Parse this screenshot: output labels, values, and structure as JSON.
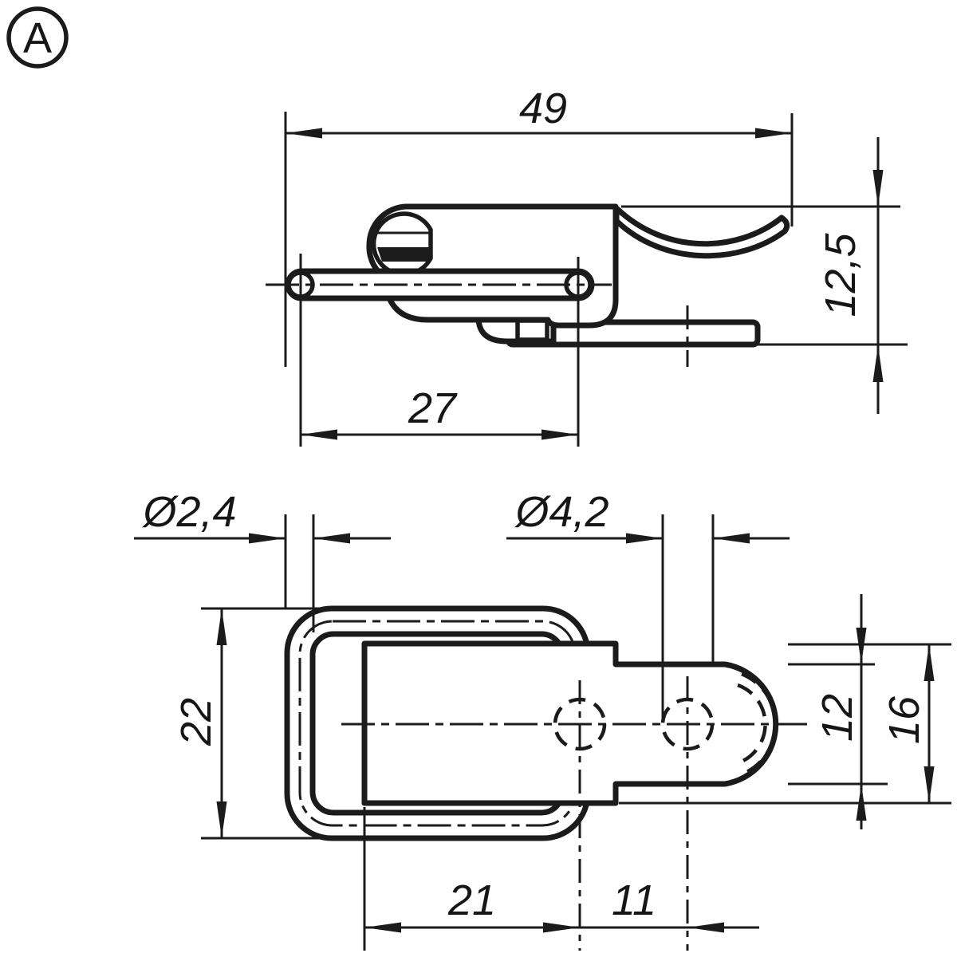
{
  "detail_marker": {
    "label": "A"
  },
  "side_view": {
    "dim_overall_length": {
      "label": "49",
      "value_mm": 49
    },
    "dim_hook_distance": {
      "label": "27",
      "value_mm": 27
    },
    "dim_height": {
      "label": "12,5",
      "value_mm": 12.5
    }
  },
  "plan_view": {
    "dim_wire_diameter": {
      "label": "Ø2,4",
      "value_mm": 2.4
    },
    "dim_hole_diameter": {
      "label": "Ø4,2",
      "value_mm": 4.2
    },
    "dim_loop_width": {
      "label": "22",
      "value_mm": 22
    },
    "dim_strap_width": {
      "label": "12",
      "value_mm": 12
    },
    "dim_plate_width": {
      "label": "16",
      "value_mm": 16
    },
    "dim_edge_to_hole": {
      "label": "21",
      "value_mm": 21
    },
    "dim_hole_spacing": {
      "label": "11",
      "value_mm": 11
    }
  },
  "colors": {
    "line": "#1b1b1b",
    "background": "#ffffff"
  }
}
